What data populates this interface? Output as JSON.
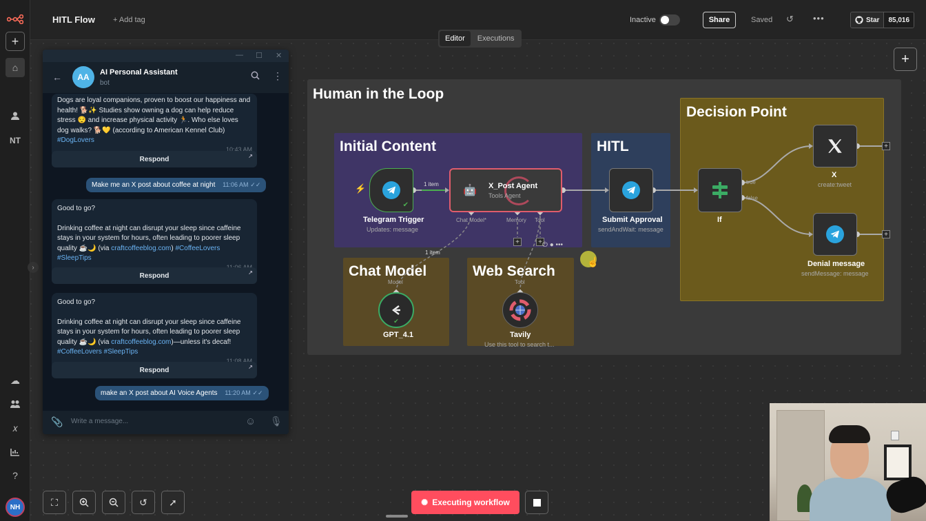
{
  "header": {
    "workflow_title": "HITL Flow",
    "add_tag": "+ Add tag",
    "status_label": "Inactive",
    "share_label": "Share",
    "saved_label": "Saved",
    "github_star": "Star",
    "github_count": "85,016"
  },
  "tabs": [
    {
      "label": "Editor",
      "active": true
    },
    {
      "label": "Executions",
      "active": false
    }
  ],
  "sidebar": {
    "initials_label": "NT",
    "user_avatar": "NH"
  },
  "canvas": {
    "stickies": {
      "main": "Human in the Loop",
      "initial": "Initial Content",
      "hitl": "HITL",
      "decision": "Decision Point",
      "chat_model": "Chat Model",
      "web_search": "Web Search"
    },
    "nodes": {
      "trigger": {
        "name": "Telegram Trigger",
        "sub": "Updates: message"
      },
      "agent": {
        "name": "X_Post Agent",
        "sub": "Tools Agent"
      },
      "submit": {
        "name": "Submit Approval",
        "sub": "sendAndWait: message"
      },
      "if": {
        "name": "If"
      },
      "x": {
        "name": "X",
        "sub": "create:tweet"
      },
      "deny": {
        "name": "Denial message",
        "sub": "sendMessage: message"
      },
      "gpt": {
        "name": "GPT_4.1"
      },
      "tavily": {
        "name": "Tavily",
        "sub": "Use this tool to search t..."
      }
    },
    "labels": {
      "item1": "1 item",
      "item2": "1 item",
      "chat_model_port": "Chat Model*",
      "memory_port": "Memory",
      "tool_port": "Tool",
      "model_port": "Model",
      "tool_port2": "Tool",
      "true_branch": "true",
      "false_branch": "false"
    }
  },
  "telegram": {
    "bot_name": "AI Personal Assistant",
    "bot_status": "bot",
    "avatar_initials": "AA",
    "input_placeholder": "Write a message...",
    "messages": {
      "m1_text": "Dogs are loyal companions, proven to boost our happiness and health! 🐕✨ Studies show owning a dog can help reduce stress 😌 and increase physical activity 🏃. Who else loves dog walks? 🐕💛 (according to American Kennel Club)",
      "m1_tag": "#DogLovers",
      "m1_time": "10:43 AM",
      "respond": "Respond",
      "u1_text": "Make me an X post about coffee at night",
      "u1_time": "11:06 AM",
      "m2_head": "Good to go?",
      "m2_text": "Drinking coffee at night can disrupt your sleep since caffeine stays in your system for hours, often leading to poorer sleep quality ☕🌙 (via",
      "m2_link": "craftcoffeeblog.com",
      "m2_close": ")",
      "m2_tags": "#CoffeeLovers #SleepTips",
      "m2_time": "11:06 AM",
      "m3_head": "Good to go?",
      "m3_text": "Drinking coffee at night can disrupt your sleep since caffeine stays in your system for hours, often leading to poorer sleep quality ☕🌙 (via",
      "m3_link": "craftcoffeeblog.com",
      "m3_close": ")—unless it's decaf!",
      "m3_tags": "#CoffeeLovers #SleepTips",
      "m3_time": "11:08 AM",
      "u2_text": "make an X post about AI Voice Agents",
      "u2_time": "11:20 AM"
    }
  },
  "bottom": {
    "executing_label": "Executing workflow"
  },
  "icons": {
    "logo": "n8n-logo-icon",
    "telegram": "telegram-icon",
    "robot": "robot-icon",
    "x": "x-logo-icon",
    "if": "if-branch-icon",
    "openai": "openai-icon",
    "tavily": "tavily-icon"
  },
  "colors": {
    "accent": "#ff4d5e",
    "telegram": "#2aa3dd",
    "success": "#4caf50",
    "error_border": "#e05c6c"
  }
}
